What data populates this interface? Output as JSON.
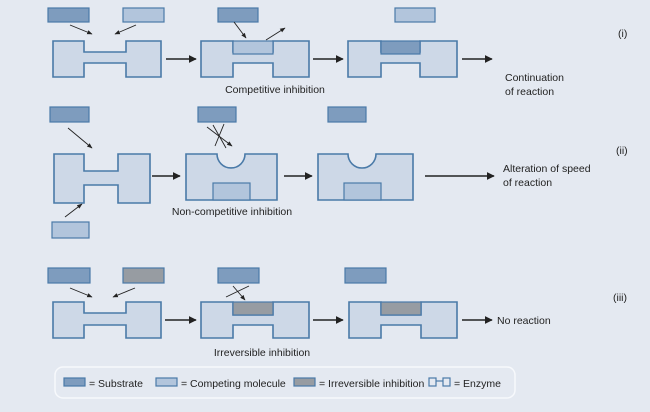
{
  "colors": {
    "background": "#e4e9f1",
    "enzyme": "#cdd8e7",
    "outline": "#4a7aa8",
    "substrate": "#7e9cbe",
    "competing_molecule": "#b2c5dc",
    "irreversible_inhibitor": "#979ca2"
  },
  "rows": [
    {
      "label": "(i)",
      "caption": "Competitive inhibition",
      "outcome": [
        "Continuation",
        "of reaction"
      ]
    },
    {
      "label": "(ii)",
      "caption": "Non-competitive inhibition",
      "outcome": [
        "Alteration of speed",
        "of reaction"
      ]
    },
    {
      "label": "(iii)",
      "caption": "Irreversible inhibition",
      "outcome": [
        "No reaction"
      ]
    }
  ],
  "legend": {
    "substrate": "= Substrate",
    "competing": "= Competing molecule",
    "irreversible": "= Irreversible inhibition",
    "enzyme": "= Enzyme"
  }
}
